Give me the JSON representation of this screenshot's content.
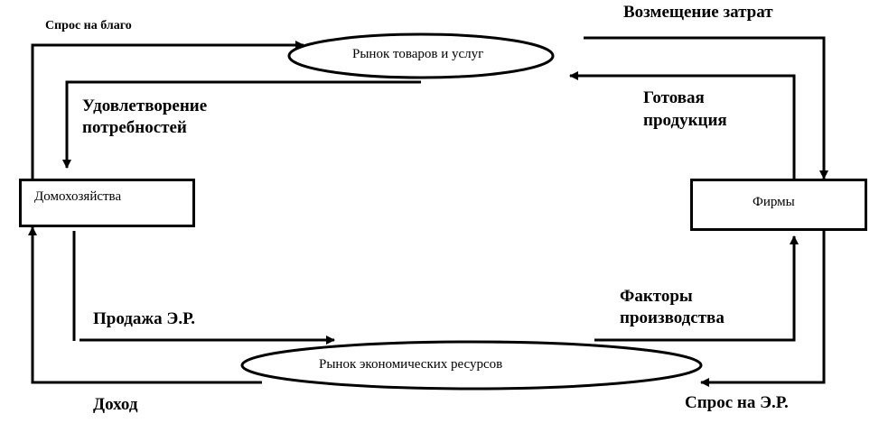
{
  "nodes": {
    "goods_market": "Рынок товаров и услуг",
    "resource_market": "Рынок экономических ресурсов",
    "households": "Домохозяйства",
    "firms": "Фирмы"
  },
  "labels": {
    "demand_goods": "Спрос на благо",
    "cost_recovery": "Возмещение затрат",
    "satisfaction_line1": "Удовлетворение",
    "satisfaction_line2": "потребностей",
    "finished_line1": "Готовая",
    "finished_line2": "продукция",
    "sale_er": "Продажа Э.Р.",
    "factors_line1": "Факторы",
    "factors_line2": "производства",
    "income": "Доход",
    "demand_er": "Спрос на Э.Р."
  }
}
